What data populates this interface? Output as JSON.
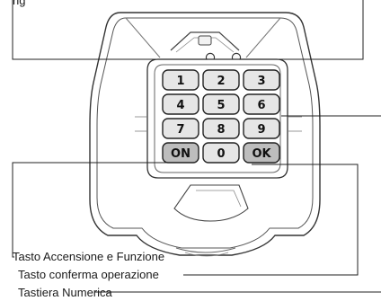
{
  "diagram": {
    "top_label_fragment": "ng",
    "keys": [
      "1",
      "2",
      "3",
      "4",
      "5",
      "6",
      "7",
      "8",
      "9",
      "ON",
      "0",
      "OK"
    ],
    "labels": {
      "power_key": "Tasto Accensione e Funzione",
      "confirm_key": "Tasto conferma operazione",
      "keypad": "Tastiera Numerica"
    }
  }
}
